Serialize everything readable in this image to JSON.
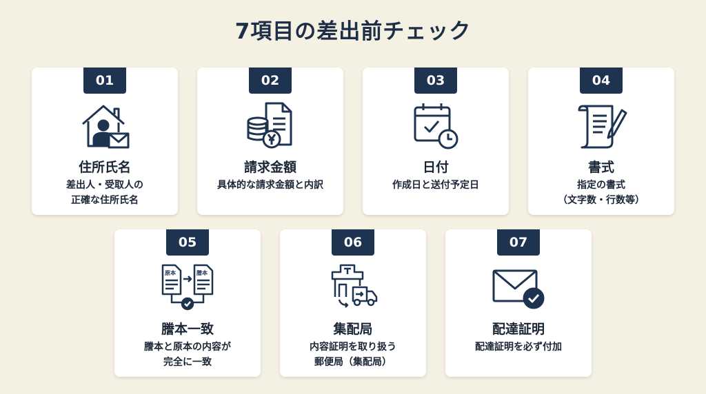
{
  "title": "7項目の差出前チェック",
  "items": [
    {
      "num": "01",
      "name": "住所氏名",
      "desc1": "差出人・受取人の",
      "desc2": "正確な住所氏名",
      "icon": "house-person-envelope-icon"
    },
    {
      "num": "02",
      "name": "請求金額",
      "desc1": "具体的な請求金額と内訳",
      "desc2": "",
      "icon": "coins-document-icon"
    },
    {
      "num": "03",
      "name": "日付",
      "desc1": "作成日と送付予定日",
      "desc2": "",
      "icon": "calendar-clock-icon"
    },
    {
      "num": "04",
      "name": "書式",
      "desc1": "指定の書式",
      "desc2": "（文字数・行数等）",
      "icon": "scroll-pen-icon"
    },
    {
      "num": "05",
      "name": "謄本一致",
      "desc1": "謄本と原本の内容が",
      "desc2": "完全に一致",
      "icon": "document-compare-icon",
      "doc_a": "原本",
      "doc_b": "謄本"
    },
    {
      "num": "06",
      "name": "集配局",
      "desc1": "内容証明を取り扱う",
      "desc2": "郵便局（集配局）",
      "icon": "post-office-truck-icon"
    },
    {
      "num": "07",
      "name": "配達証明",
      "desc1": "配達証明を必ず付加",
      "desc2": "",
      "icon": "envelope-check-icon"
    }
  ],
  "colors": {
    "navy": "#1e3350",
    "background": "#f4f1e3",
    "card": "#ffffff"
  }
}
